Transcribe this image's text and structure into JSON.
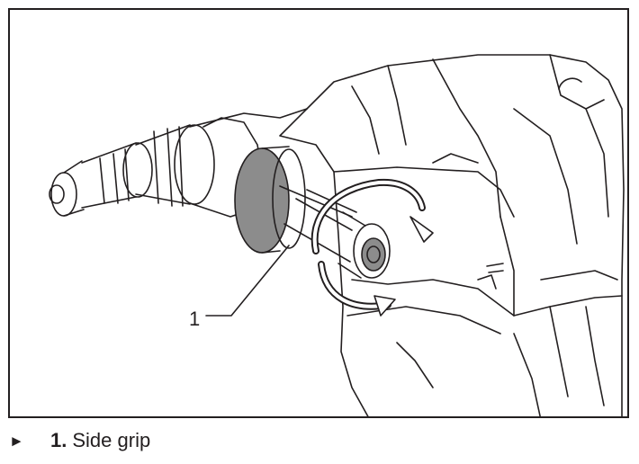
{
  "figure": {
    "callouts": [
      {
        "number": "1",
        "target": "side-grip"
      }
    ]
  },
  "caption": {
    "marker": "►",
    "items": [
      {
        "number": "1.",
        "label": "Side grip"
      }
    ]
  },
  "colors": {
    "ink": "#231f20",
    "grip_fill": "#8c8c8c",
    "background": "#ffffff"
  }
}
